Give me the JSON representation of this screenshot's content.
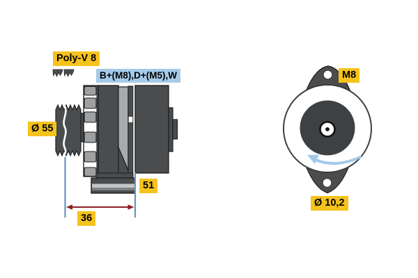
{
  "diagram": {
    "title": "alternator-technical-drawing",
    "side_view": {
      "pulley_type_label": "Poly-V 8",
      "terminals_label": "B+(M8),D+(M5),W",
      "pulley_diameter_label": "Ø 55",
      "foot_dim_label": "51",
      "offset_dim_label": "36"
    },
    "rear_view": {
      "thread_label": "M8",
      "hole_diameter_label": "Ø 10,2"
    },
    "icons": {
      "belt_icon": "poly-v-belt-cross-section-icon",
      "rotation_arrow": "counterclockwise-rotation-arrow-icon"
    },
    "colors": {
      "label_yellow": "#F5C31D",
      "label_blue": "#A6CBE8",
      "body_dark": "#4A4C4E",
      "body_outline": "#1C1D1E",
      "body_light_block": "#9EA0A2",
      "body_light_band": "#A8AAAC",
      "foot_stripe_light": "#C3C5C6",
      "foot_stripe_mid": "#7E8082",
      "dimension_line_blue": "#6A92BE",
      "dimension_arrow_red": "#8E1F26",
      "rotation_arrow_blue": "#A3C9E9",
      "inner_circle_dark": "#3E4144"
    }
  }
}
